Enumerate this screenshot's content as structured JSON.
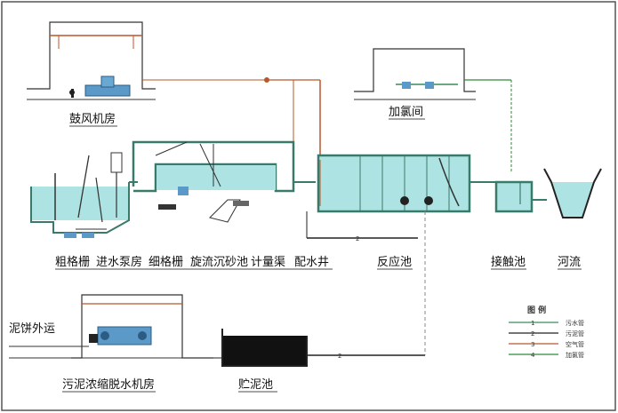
{
  "labels": {
    "blower_room": "鼓风机房",
    "chlorination_room": "加氯间",
    "coarse_screen": "粗格栅",
    "inlet_pump_room": "进水泵房",
    "fine_screen": "细格栅",
    "vortex_grit_chamber": "旋流沉砂池",
    "metering_channel": "计量渠",
    "distribution_well": "配水井",
    "reaction_tank": "反应池",
    "contact_tank": "接触池",
    "river": "河流",
    "sludge_cake_out": "泥饼外运",
    "sludge_thickening_room": "污泥浓缩脱水机房",
    "sludge_storage": "贮泥池"
  },
  "legend": {
    "title": "图 例",
    "items": [
      {
        "num": "1",
        "label": "污水管",
        "color": "#3a8a5a"
      },
      {
        "num": "2",
        "label": "污泥管",
        "color": "#222222"
      },
      {
        "num": "3",
        "label": "空气管",
        "color": "#b8572a"
      },
      {
        "num": "4",
        "label": "加氯管",
        "color": "#2e8b3a"
      }
    ]
  },
  "pipe_numbers": {
    "sludge_return": "2",
    "sludge_to_storage": "2"
  },
  "colors": {
    "water": "#aee3e3",
    "structure": "#3a7a6a",
    "air_pipe": "#b8572a",
    "sludge_pipe": "#222222"
  }
}
